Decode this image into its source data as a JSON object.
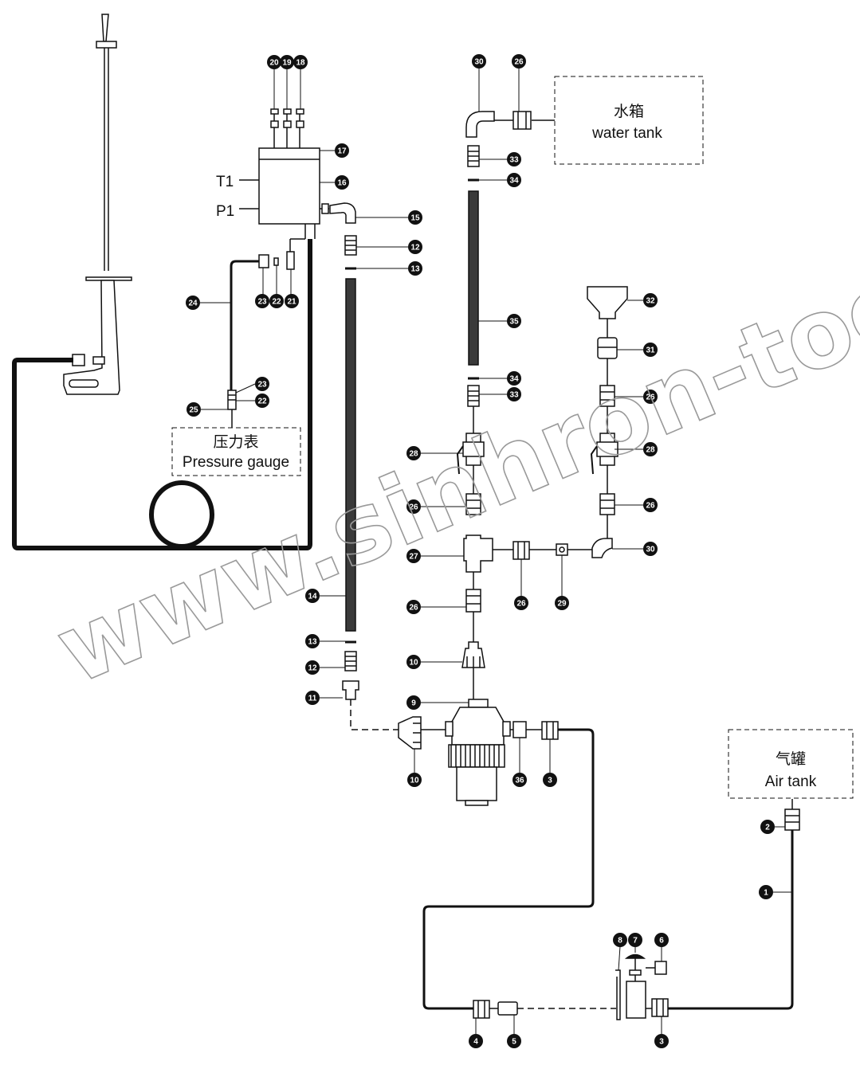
{
  "labels": {
    "water_tank_cn": "水箱",
    "water_tank_en": "water tank",
    "pressure_gauge_cn": "压力表",
    "pressure_gauge_en": "Pressure gauge",
    "air_tank_cn": "气罐",
    "air_tank_en": "Air tank",
    "t1": "T1",
    "p1": "P1"
  },
  "watermark": "www.sinhron-too.kz",
  "callouts": {
    "c20": "20",
    "c19": "19",
    "c18": "18",
    "c17": "17",
    "c16": "16",
    "c15": "15",
    "c12a": "12",
    "c13a": "13",
    "c21": "21",
    "c22a": "22",
    "c23a": "23",
    "c24": "24",
    "c23b": "23",
    "c22b": "22",
    "c25": "25",
    "c30a": "30",
    "c26a": "26",
    "c33a": "33",
    "c34a": "34",
    "c35": "35",
    "c34b": "34",
    "c33b": "33",
    "c32": "32",
    "c31": "31",
    "c26b": "26",
    "c28a": "28",
    "c28b": "28",
    "c26c": "26",
    "c26d": "26",
    "c27": "27",
    "c26e": "26",
    "c29": "29",
    "c30b": "30",
    "c26f": "26",
    "c14": "14",
    "c13b": "13",
    "c12b": "12",
    "c11": "11",
    "c10a": "10",
    "c9": "9",
    "c10b": "10",
    "c36": "36",
    "c3a": "3",
    "c2": "2",
    "c1": "1",
    "c8": "8",
    "c7": "7",
    "c6": "6",
    "c4": "4",
    "c5": "5",
    "c3b": "3"
  }
}
